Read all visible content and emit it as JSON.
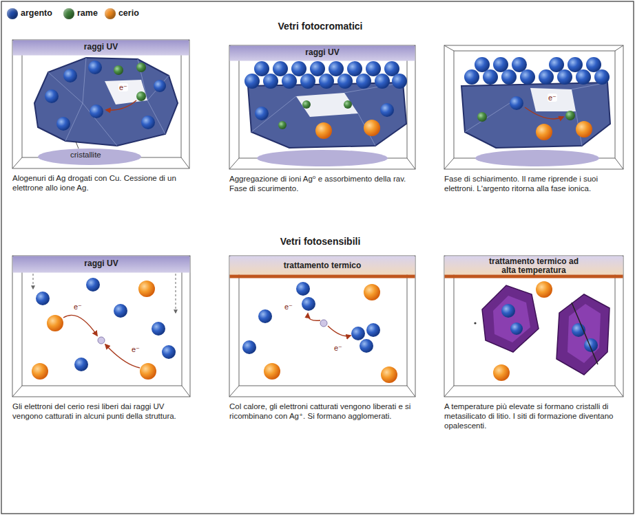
{
  "diagram": {
    "title": "Vetri fotocromatici",
    "nodes": [
      {
        "text": [
          "raggi UV",
          "Alogenuri di Ag drogati con Cu. Cessione di un elettrone allo ione Ag."
        ]
      },
      {
        "text": [
          "raggi UV",
          "Aggregazione di ioni Ag⁰ e assorbimento della rav. Fase di scurimento."
        ]
      },
      {
        "text": [
          "Fase di schiarimento. Il rame riprende i suoi elettroni. L'argento ritorna alla fase ionica."
        ]
      },
      {
        "text": [
          "raggi UV",
          "Gli elettroni del cerio resi liberi dai raggi UV vengono catturati in alcuni punti della struttura."
        ]
      },
      {
        "text": [
          "trattamento termico",
          "Col calore, gli elettroni catturati vengono liberati e si ricombinano con Ag⁺. Si formano agglomerati."
        ]
      },
      {
        "text": [
          "trattamento termico ad alta temperatura",
          "A temperature più elevate si formano cristalli di metasilicato di litio. I siti di formazione diventano opalescenti."
        ]
      }
    ],
    "labels": [
      "cristallite",
      "e⁻",
      "e⁻",
      "Vetri fotosensibili",
      "e⁻",
      "e⁻",
      "e⁻",
      "e⁻"
    ],
    "legend": [
      {
        "text": "argento",
        "color": "#1f4aa8"
      },
      {
        "text": "rame",
        "color": "#3f7f3a"
      },
      {
        "text": "cerio",
        "color": "#f08a1c"
      }
    ]
  }
}
